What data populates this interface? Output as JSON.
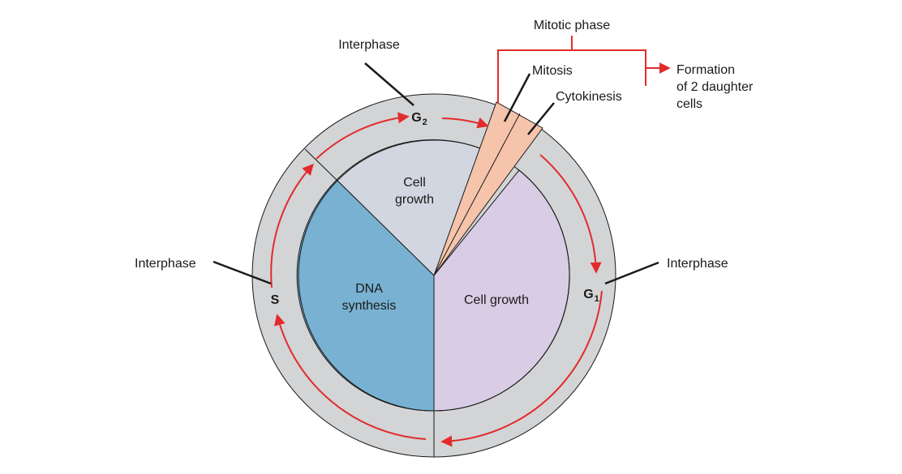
{
  "labels": {
    "mitotic_phase": "Mitotic phase",
    "mitosis": "Mitosis",
    "cytokinesis": "Cytokinesis",
    "formation_line1": "Formation",
    "formation_line2": "of 2 daughter",
    "formation_line3": "cells",
    "interphase_top": "Interphase",
    "interphase_left": "Interphase",
    "interphase_right": "Interphase",
    "g2_main": "G",
    "g2_sub": "2",
    "g1_main": "G",
    "g1_sub": "1",
    "s_phase": "S",
    "cell_growth_top_line1": "Cell",
    "cell_growth_top_line2": "growth",
    "dna_line1": "DNA",
    "dna_line2": "synthesis",
    "cell_growth_right": "Cell growth"
  },
  "colors": {
    "outer_ring": "#d3d4d6",
    "g2_sector": "#d2d6e0",
    "s_sector": "#78b1d1",
    "g1_sector": "#d9cce5",
    "mitotic_sector": "#f5c4ab",
    "arrow": "#e22b2b",
    "stroke": "#1a1a1a"
  }
}
